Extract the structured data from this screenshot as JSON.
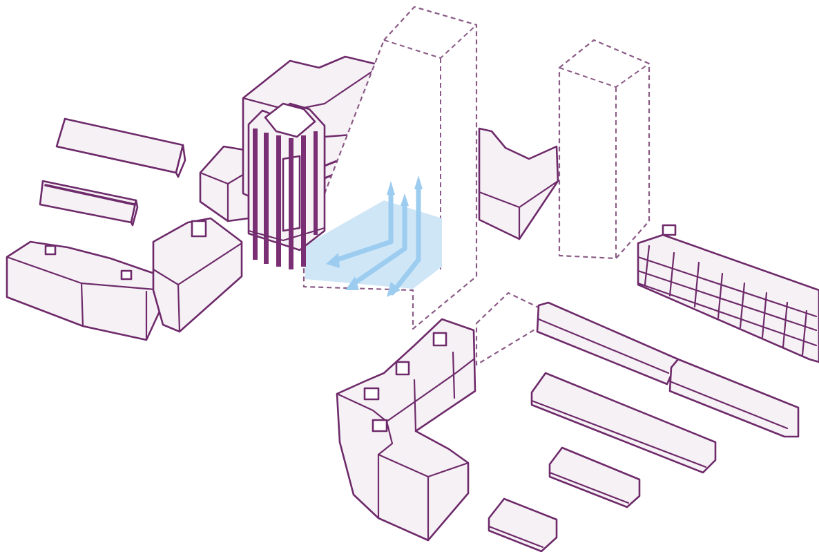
{
  "diagram": {
    "type": "isometric-massing",
    "colors": {
      "outline": "#6e2a6a",
      "ghost_outline": "#8a5a86",
      "mass_fill": "#f5f1f5",
      "wind_flow": "#9cccef",
      "plaza": "#cfe6f7",
      "background": "#ffffff"
    },
    "elements": {
      "existing_buildings": 12,
      "proposed_towers_dashed": 2,
      "wind_flow_arrows": 3
    }
  }
}
